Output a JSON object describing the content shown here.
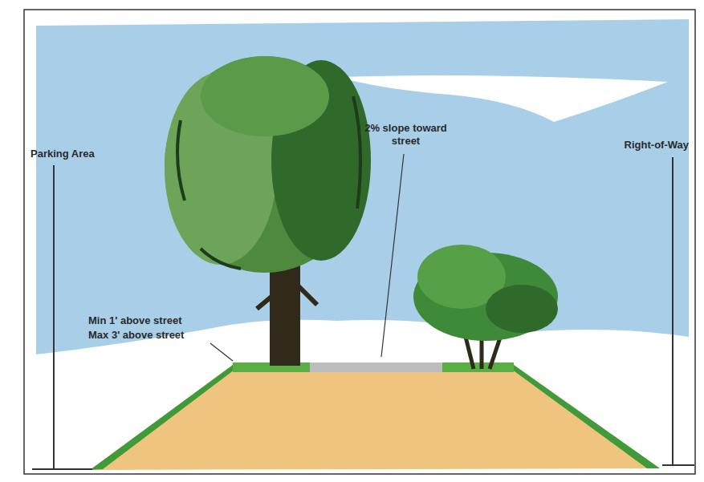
{
  "diagram": {
    "labels": [
      "Parking Area",
      "Right-of-Way",
      "2% slope toward street",
      "Min 1' above street",
      "Max 3' above street"
    ]
  }
}
